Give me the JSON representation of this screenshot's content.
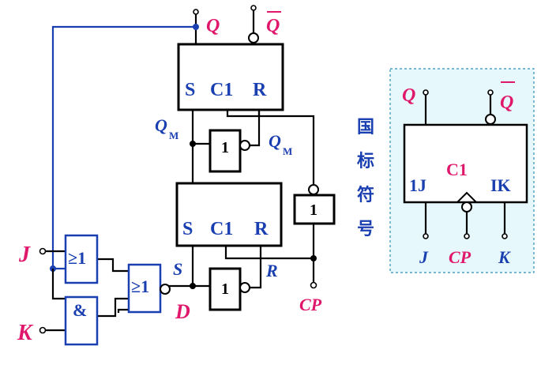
{
  "flipflop": {
    "output_q": "Q",
    "output_qbar": "Q",
    "master": {
      "s": "S",
      "c1": "C1",
      "r": "R"
    },
    "slave": {
      "s": "S",
      "c1": "C1",
      "r": "R"
    },
    "qm": "Q",
    "qm_sub": "M",
    "qm_bar": "Q",
    "qm_bar_sub": "M",
    "inverter_label": "1",
    "s_label": "S",
    "r_label": "R",
    "d_label": "D",
    "cp_label": "CP"
  },
  "input_logic": {
    "j_label": "J",
    "k_label": "K",
    "or_gate_top": "≥1",
    "or_gate_out": "≥1",
    "and_gate": "&"
  },
  "symbol": {
    "vertical_label": [
      "国",
      "标",
      "符",
      "号"
    ],
    "q": "Q",
    "qbar": "Q",
    "pin_1j": "1J",
    "pin_c1": "C1",
    "pin_1k": "IK",
    "j": "J",
    "cp": "CP",
    "k": "K"
  }
}
